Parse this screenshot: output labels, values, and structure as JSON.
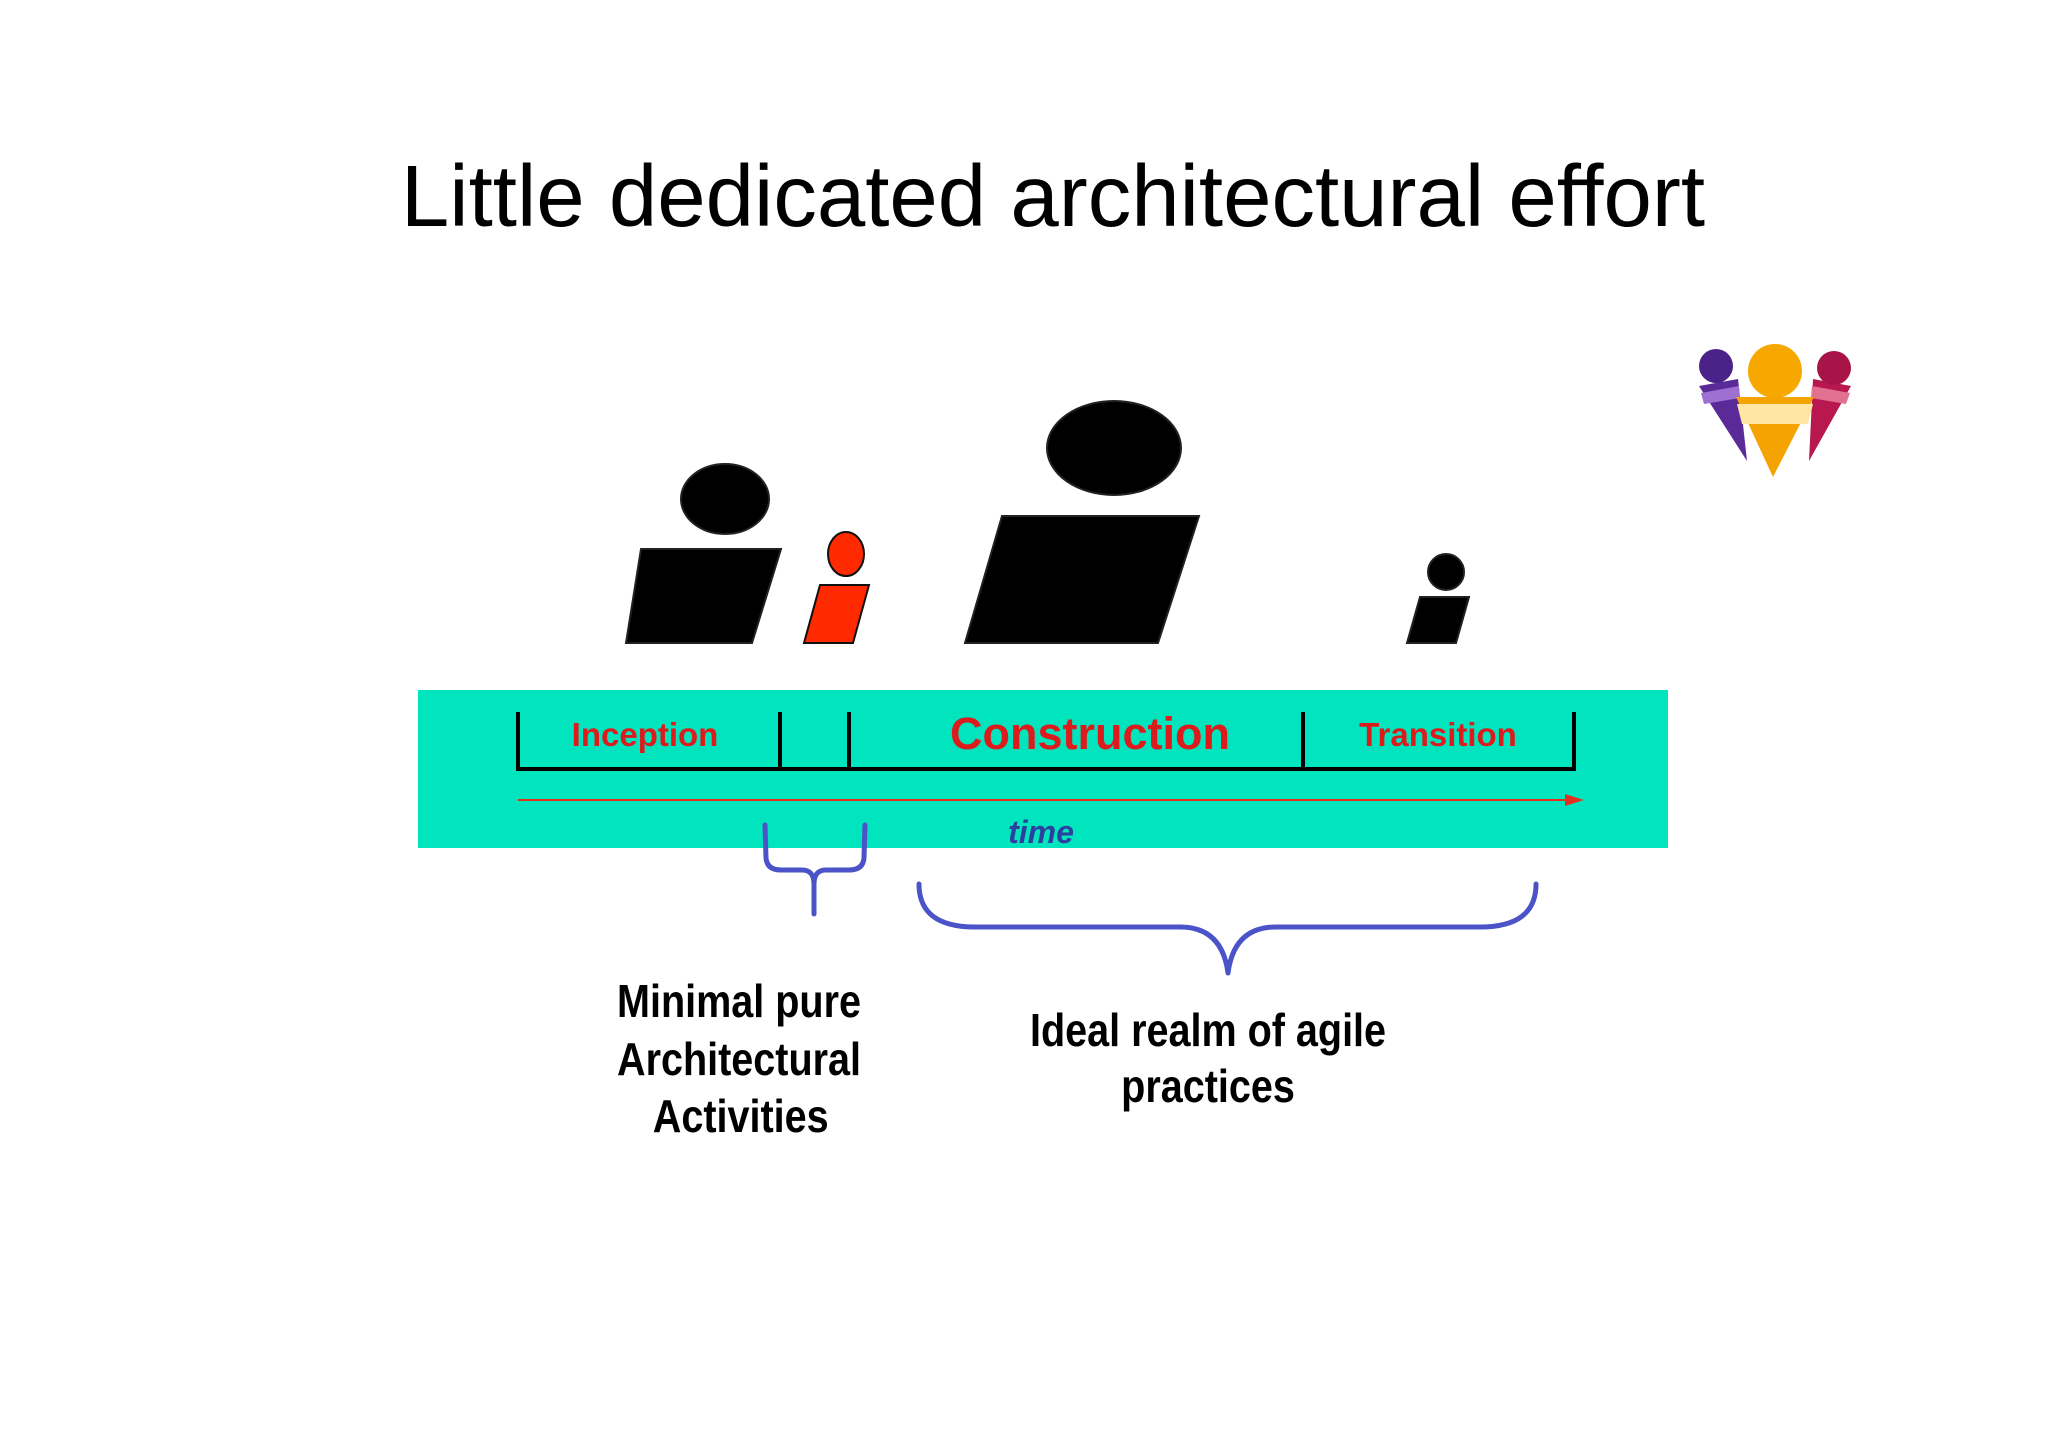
{
  "title": "Little dedicated architectural effort",
  "timeline": {
    "phases": {
      "inception": "Inception",
      "construction": "Construction",
      "transition": "Transition"
    },
    "axis_label": "time"
  },
  "annotations": {
    "minimal_architecture": [
      "Minimal pure",
      "Architectural",
      "Activities"
    ],
    "agile_realm": [
      "Ideal realm of agile",
      "practices"
    ]
  },
  "icons": {
    "logo": "people-logo-icon",
    "figures": [
      "person-icon",
      "person-icon",
      "person-icon",
      "person-icon"
    ]
  },
  "colors": {
    "band": "#00e5be",
    "phase_text": "#dc1c1c",
    "time_text": "#2d3f9f",
    "time_arrow": "#e0301e",
    "brace": "#4b53c8",
    "figure": "#000000",
    "highlight_figure": "#ff2a00"
  }
}
